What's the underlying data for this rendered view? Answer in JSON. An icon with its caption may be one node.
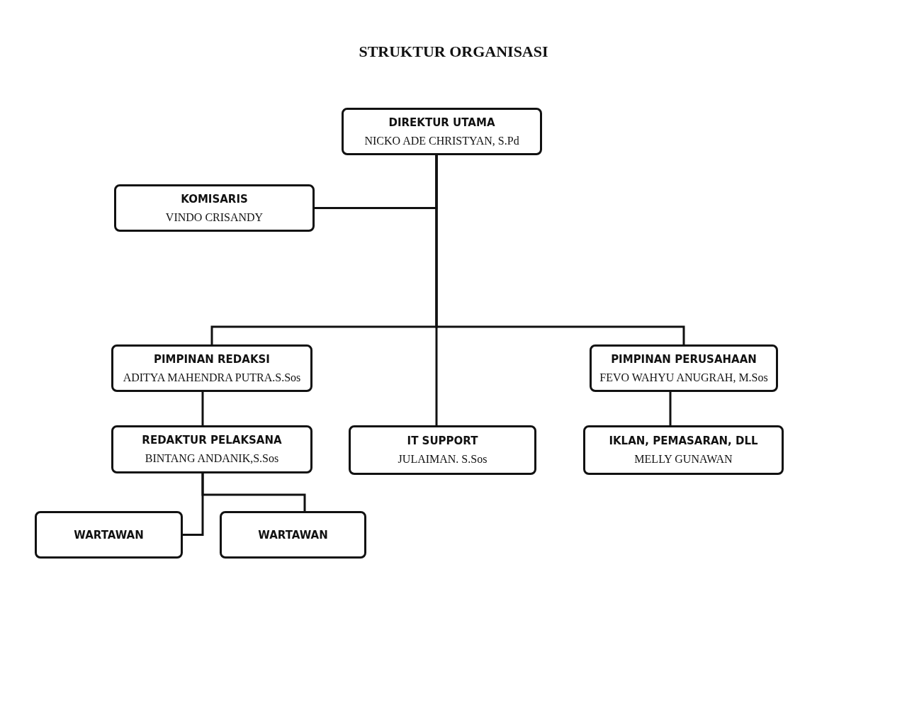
{
  "diagram": {
    "title": "STRUKTUR ORGANISASI",
    "nodes": [
      {
        "text": [
          "DIREKTUR UTAMA",
          "NICKO ADE CHRISTYAN, S.Pd"
        ]
      },
      {
        "text": [
          "KOMISARIS",
          "VINDO CRISANDY"
        ]
      },
      {
        "text": [
          "PIMPINAN REDAKSI",
          "ADITYA MAHENDRA PUTRA.S.Sos"
        ]
      },
      {
        "text": [
          "IT SUPPORT",
          "JULAIMAN. S.Sos"
        ]
      },
      {
        "text": [
          "PIMPINAN PERUSAHAAN",
          "FEVO WAHYU ANUGRAH, M.Sos"
        ]
      },
      {
        "text": [
          "REDAKTUR PELAKSANA",
          "BINTANG ANDANIK,S.Sos"
        ]
      },
      {
        "text": [
          "IKLAN, PEMASARAN, DLL",
          "MELLY GUNAWAN"
        ]
      },
      {
        "text": [
          "WARTAWAN"
        ]
      },
      {
        "text": [
          "WARTAWAN"
        ]
      }
    ],
    "edges": [
      {
        "from": 0,
        "to": 1,
        "arrow": "none"
      },
      {
        "from": 0,
        "to": 2,
        "arrow": "none"
      },
      {
        "from": 0,
        "to": 3,
        "arrow": "none"
      },
      {
        "from": 0,
        "to": 4,
        "arrow": "none"
      },
      {
        "from": 2,
        "to": 5,
        "arrow": "none"
      },
      {
        "from": 4,
        "to": 6,
        "arrow": "none"
      },
      {
        "from": 5,
        "to": 7,
        "arrow": "none"
      },
      {
        "from": 5,
        "to": 8,
        "arrow": "none"
      }
    ]
  }
}
